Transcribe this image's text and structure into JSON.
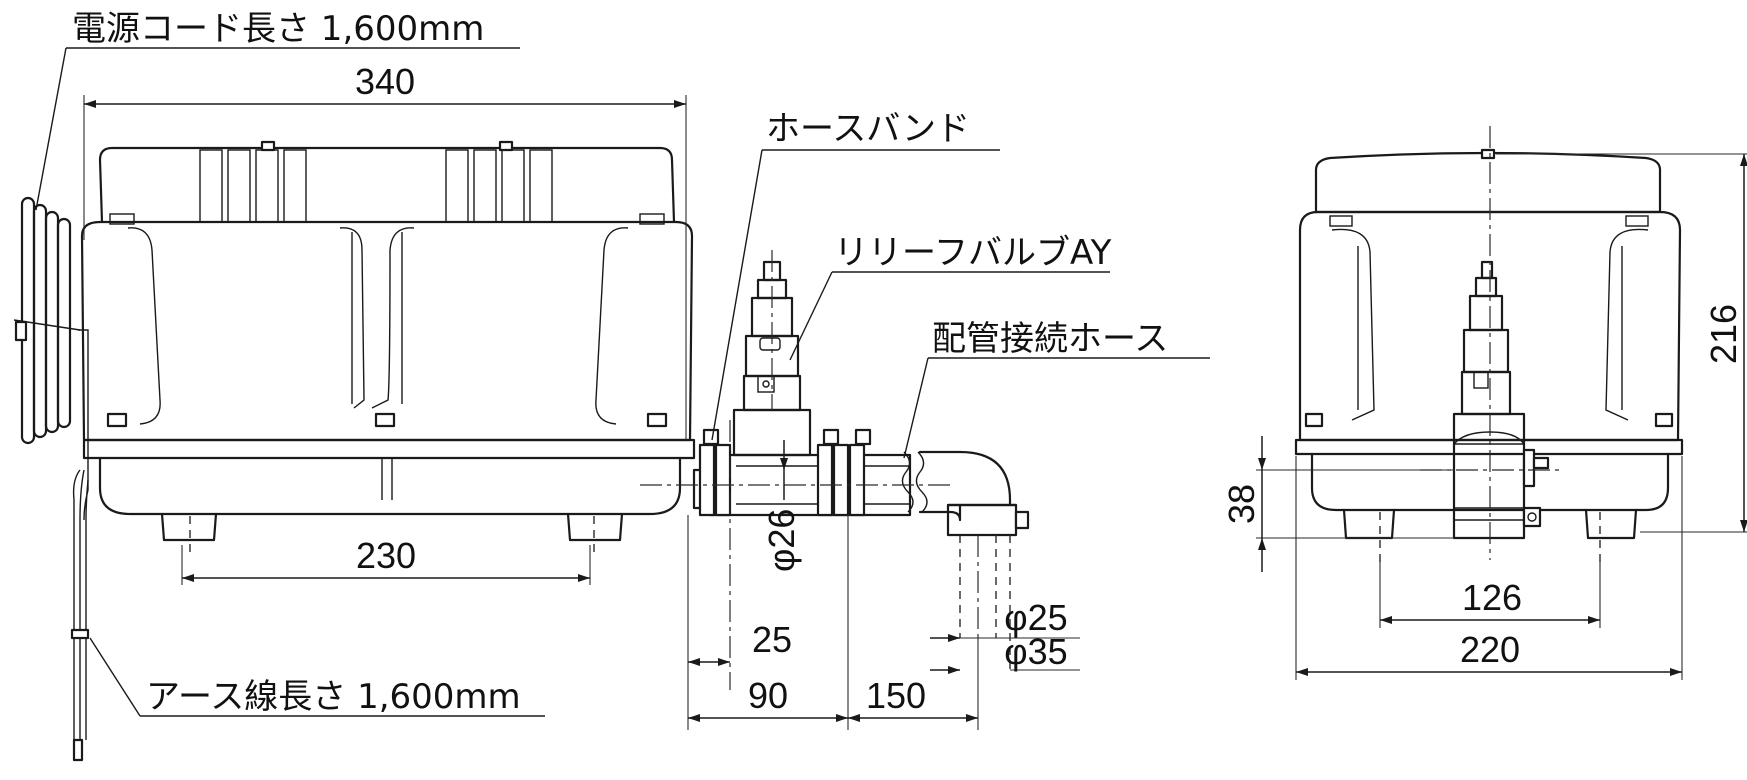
{
  "labels": {
    "power_cord": "電源コード長さ 1,600mm",
    "hose_band": "ホースバンド",
    "relief_valve": "リリーフバルブAY",
    "pipe_hose": "配管接続ホース",
    "earth_wire": "アース線長さ 1,600mm"
  },
  "dimensions": {
    "total_width": "340",
    "foot_span": "230",
    "pipe_dia": "φ26",
    "hose_inner": "φ25",
    "hose_outer": "φ35",
    "outlet_offset": "25",
    "outlet_length": "90",
    "hose_length": "150",
    "height": "216",
    "outlet_height": "38",
    "side_foot_span": "126",
    "side_width": "220"
  }
}
